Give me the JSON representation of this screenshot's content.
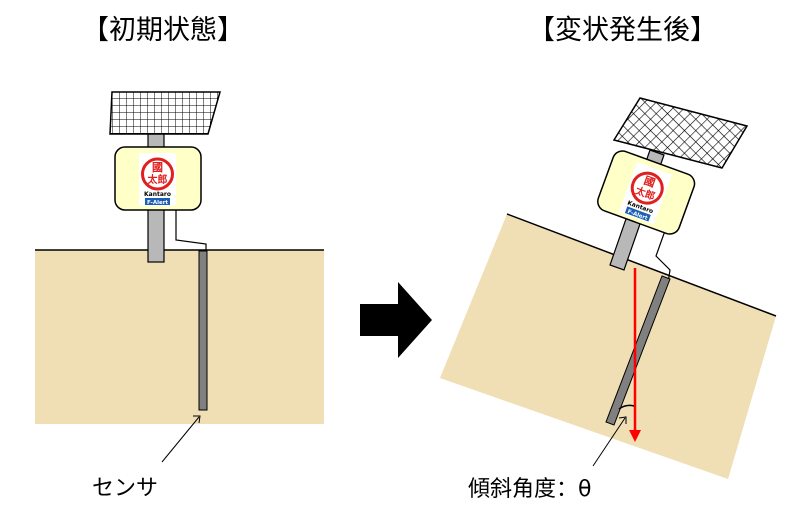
{
  "headings": {
    "initial": "【初期状態】",
    "after": "【変状発生後】"
  },
  "labels": {
    "sensor": "センサ",
    "tilt_angle": "傾斜角度：θ"
  },
  "device": {
    "logo_top": "國",
    "logo_bottom": "太郎",
    "brand": "Kantaro",
    "sub": "F-Alert"
  },
  "colors": {
    "soil": "#f0deb4",
    "panel_body": "#ffffc8",
    "pole": "#b8b8b8",
    "sensor": "#808080",
    "arrow": "#000000",
    "gravity_line": "#ff0000",
    "logo": "#e02020"
  },
  "icons": [
    "solar-panel-icon",
    "right-arrow-icon",
    "gravity-arrow-icon"
  ]
}
